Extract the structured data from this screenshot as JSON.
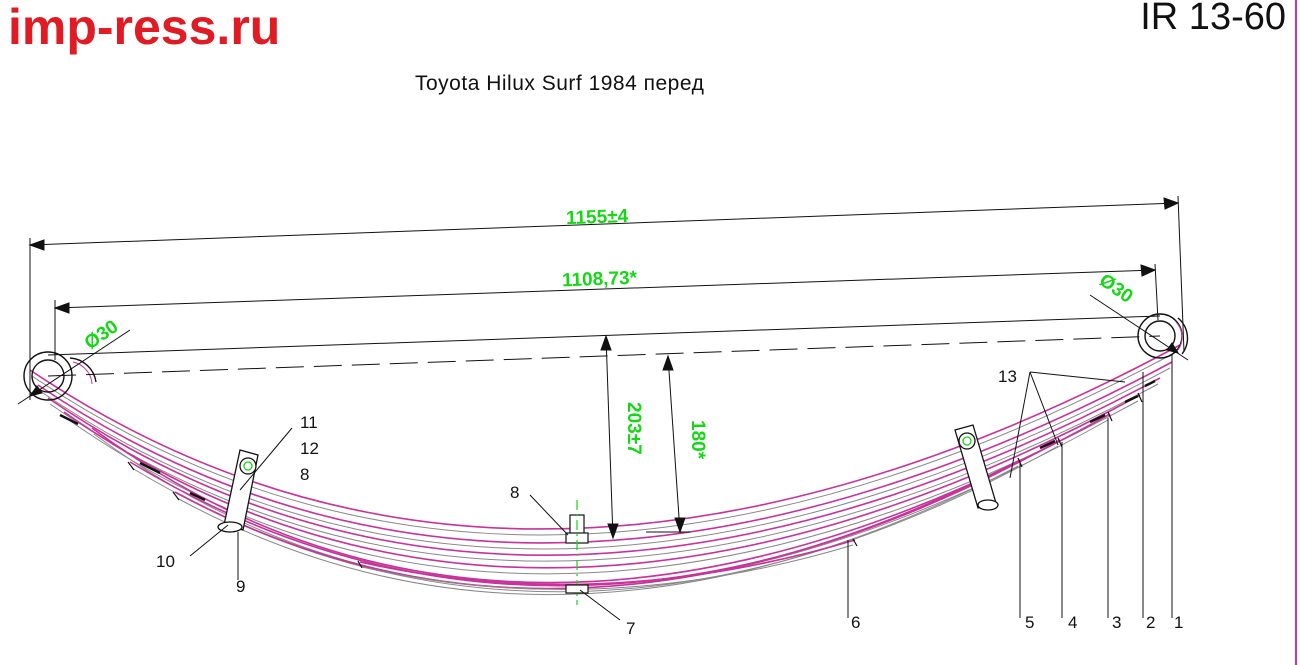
{
  "header": {
    "brand": "imp-ress.ru",
    "code": "IR 13-60",
    "title": "Toyota Hilux Surf 1984 перед"
  },
  "dimensions": {
    "overall_length": "1155±4",
    "eye_to_eye": "1108,73*",
    "arc_height_loaded": "203±7",
    "arc_height_free": "180*",
    "eye_diameter_left": "Ø30",
    "eye_diameter_right": "Ø30"
  },
  "callouts": {
    "c1": "1",
    "c2": "2",
    "c3": "3",
    "c4": "4",
    "c5": "5",
    "c6": "6",
    "c7": "7",
    "c8_center": "8",
    "c9": "9",
    "c10": "10",
    "c11": "11",
    "c12": "12",
    "c8_clamp": "8",
    "c13": "13"
  },
  "colors": {
    "leaf": "#c8329a",
    "dimension": "#14d814",
    "brand": "#e01b24",
    "line": "#111111"
  }
}
